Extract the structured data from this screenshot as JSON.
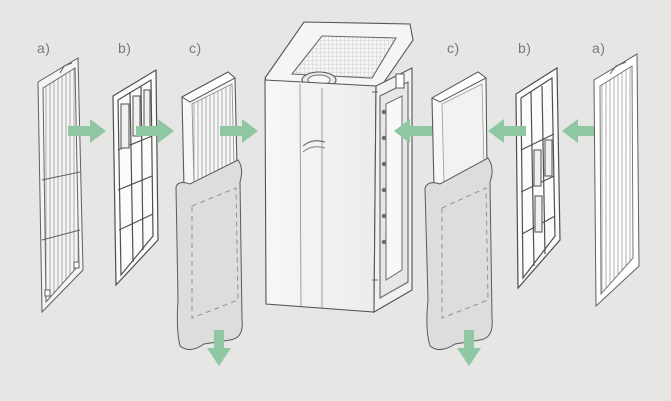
{
  "labels": {
    "left_a": "a)",
    "left_b": "b)",
    "left_c": "c)",
    "right_c": "c)",
    "right_b": "b)",
    "right_a": "a)"
  },
  "colors": {
    "background": "#e6e6e4",
    "arrow": "#8fc7a3",
    "line": "#6d6d6d",
    "bag": "#dcdedb"
  }
}
